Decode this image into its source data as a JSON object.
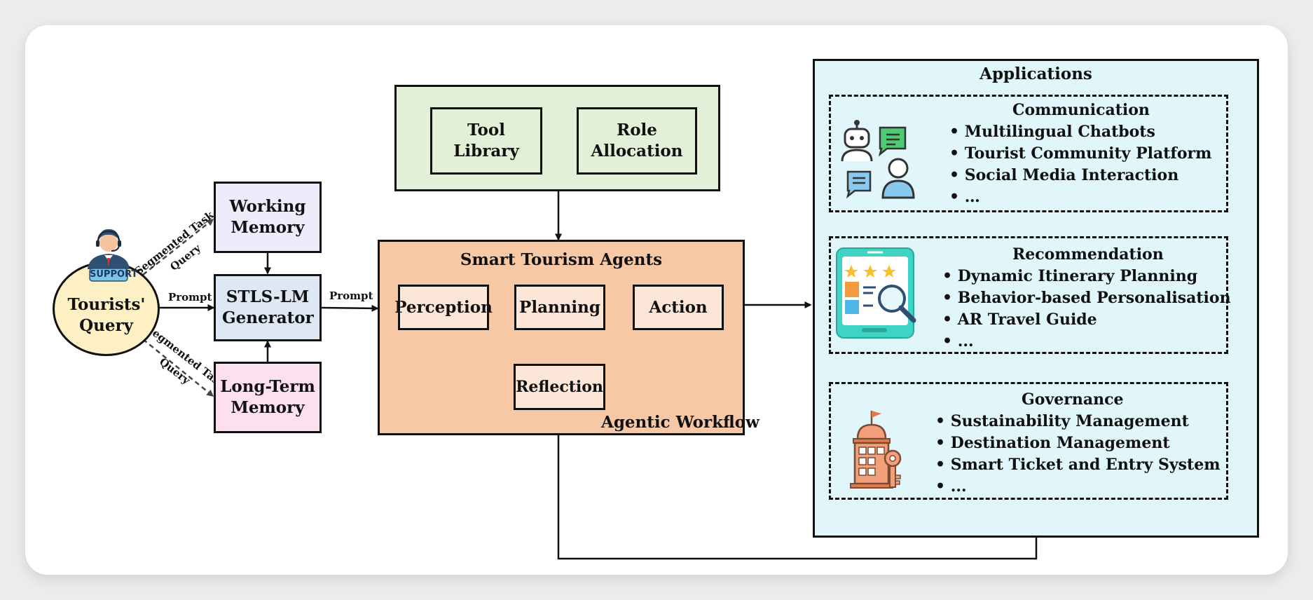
{
  "query": {
    "label": "Tourists' Query",
    "badge": "SUPPORT"
  },
  "edges": {
    "segmented_task_query": "Segmented Task Query",
    "prompt": "Prompt"
  },
  "memory": {
    "working": "Working Memory",
    "long_term": "Long-Term Memory",
    "generator": "STLS-LM Generator"
  },
  "resources": {
    "tool_library": "Tool Library",
    "role_allocation": "Role Allocation"
  },
  "agents": {
    "title": "Smart Tourism Agents",
    "perception": "Perception",
    "planning": "Planning",
    "action": "Action",
    "reflection": "Reflection",
    "workflow_label": "Agentic Workflow"
  },
  "applications": {
    "title": "Applications",
    "sections": [
      {
        "title": "Communication",
        "icon": "robot-chat-icon",
        "items": [
          "Multilingual Chatbots",
          "Tourist Community Platform",
          "Social Media Interaction",
          "…"
        ]
      },
      {
        "title": "Recommendation",
        "icon": "tablet-search-icon",
        "items": [
          "Dynamic Itinerary Planning",
          "Behavior-based Personalisation",
          "AR Travel Guide",
          "..."
        ]
      },
      {
        "title": "Governance",
        "icon": "building-key-icon",
        "items": [
          "Sustainability Management",
          "Destination Management",
          "Smart Ticket and Entry System",
          "..."
        ]
      }
    ]
  },
  "colors": {
    "query_fill": "#fdf0c4",
    "working_fill": "#ececfb",
    "generator_fill": "#dde8f4",
    "long_term_fill": "#fde0ef",
    "resources_fill": "#e3f0d8",
    "agents_fill": "#f6c8a6",
    "inner_fill": "#fbe6d8",
    "apps_fill": "#e0f6fb",
    "badge_fill": "#7cc3ec"
  }
}
